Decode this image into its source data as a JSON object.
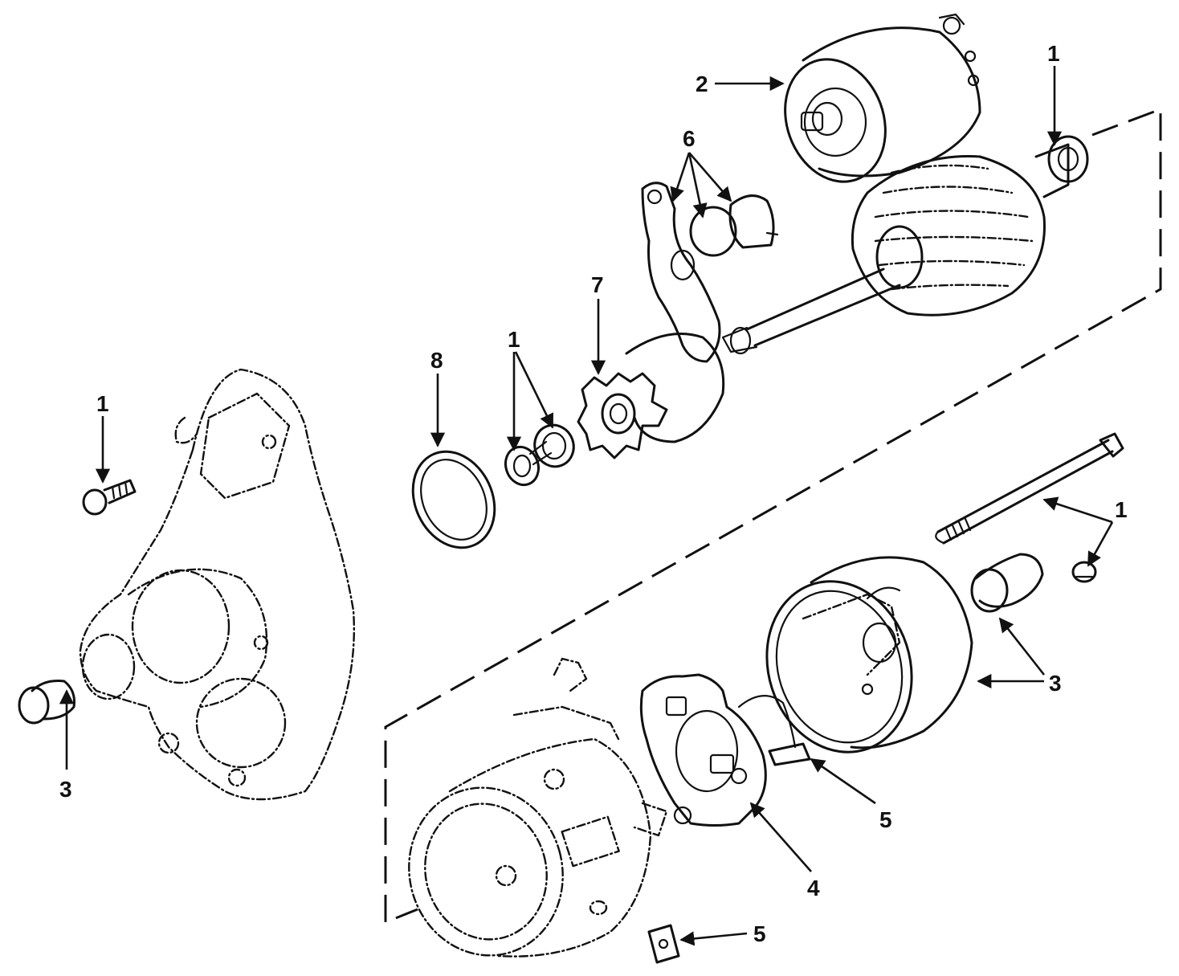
{
  "diagram": {
    "type": "exploded-parts-view",
    "colors": {
      "ink": "#111111",
      "background": "#ffffff"
    },
    "callouts": [
      {
        "id": "c-1-armature-bearing",
        "label": "1"
      },
      {
        "id": "c-2-solenoid",
        "label": "2"
      },
      {
        "id": "c-6-fork-parts",
        "label": "6"
      },
      {
        "id": "c-7-drive-gear",
        "label": "7"
      },
      {
        "id": "c-8-seal-ring",
        "label": "8"
      },
      {
        "id": "c-1-washers",
        "label": "1"
      },
      {
        "id": "c-1-bolt",
        "label": "1"
      },
      {
        "id": "c-3-bushing-left",
        "label": "3"
      },
      {
        "id": "c-1-thru-bolt",
        "label": "1"
      },
      {
        "id": "c-3-end-frame",
        "label": "3"
      },
      {
        "id": "c-5-brush-spring",
        "label": "5"
      },
      {
        "id": "c-4-brush-holder",
        "label": "4"
      },
      {
        "id": "c-5-brush-lower",
        "label": "5"
      }
    ]
  }
}
